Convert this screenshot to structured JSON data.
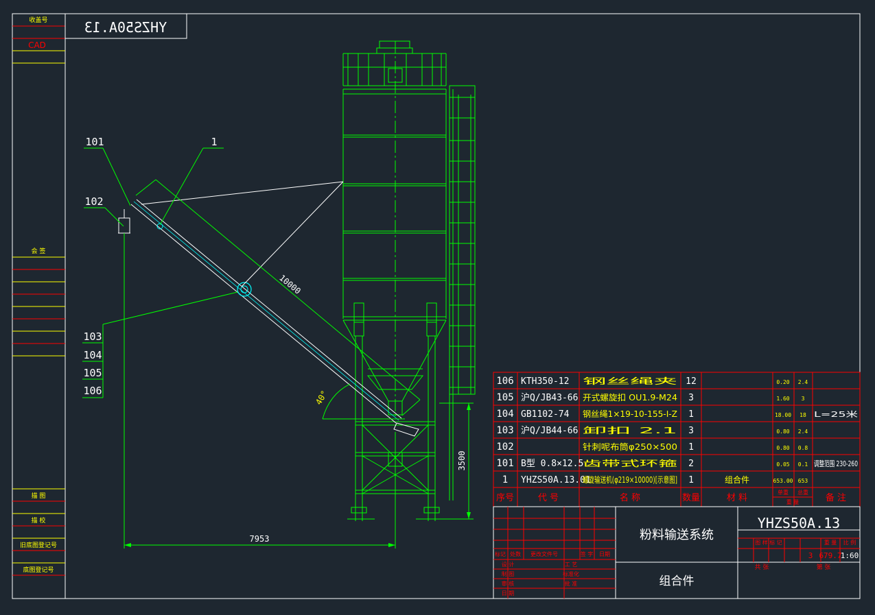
{
  "drawing": {
    "code_stamp_mirrored": "YHZS50A.13",
    "left_strip": {
      "top_labels": [
        "收盖号",
        "CAD"
      ],
      "mid_label": "会  签",
      "bottom_labels": [
        "描  图",
        "描  校",
        "旧底图登记号",
        "底图登记号"
      ]
    },
    "callouts": [
      "101",
      "1",
      "102",
      "103",
      "104",
      "105",
      "106"
    ],
    "dimensions": {
      "length": "10000",
      "angle": "40°",
      "horizontal": "7953",
      "height": "3500"
    },
    "colors": {
      "background": "#1e2730",
      "frame": "#ffffff",
      "geometry": "#00ff00",
      "title_block": "#ff0000",
      "text": "#ffff00",
      "highlight": "#00ffff"
    }
  },
  "bom": {
    "header": {
      "no": "序号",
      "code": "代  号",
      "name": "名    称",
      "qty": "数量",
      "material": "材    料",
      "unit_weight": "单重",
      "total_weight": "总重",
      "weight": "重  量",
      "remark": "备  注"
    },
    "rows": [
      {
        "no": "106",
        "code": "KTH350-12",
        "name": "钢丝绳夹",
        "qty": "12",
        "material": "",
        "unit": "0.20",
        "total": "2.4",
        "remark": ""
      },
      {
        "no": "105",
        "code": "沪Q/JB43-66",
        "name": "开式螺旋扣  OU1.9-M24",
        "qty": "3",
        "material": "",
        "unit": "1.60",
        "total": "3",
        "remark": ""
      },
      {
        "no": "104",
        "code": "GB1102-74",
        "name": "钢丝绳1×19-10-155-Ⅰ-Z",
        "qty": "1",
        "material": "",
        "unit": "18.00",
        "total": "18",
        "remark": "L=25米"
      },
      {
        "no": "103",
        "code": "沪Q/JB44-66",
        "name": "卸扣  2.1",
        "qty": "3",
        "material": "",
        "unit": "0.80",
        "total": "2.4",
        "remark": ""
      },
      {
        "no": "102",
        "code": "",
        "name": "针刺呢布筒φ250×500",
        "qty": "1",
        "material": "",
        "unit": "0.80",
        "total": "0.8",
        "remark": ""
      },
      {
        "no": "101",
        "code": "B型  0.8×12.5",
        "name": "齿带式环箍",
        "qty": "2",
        "material": "",
        "unit": "0.05",
        "total": "0.1",
        "remark": "调整范围 230-260"
      },
      {
        "no": "1",
        "code": "YHZS50A.13.01",
        "name": "螺旋输送机(φ219×10000)[示意图]",
        "qty": "1",
        "material": "组合件",
        "unit": "653.00",
        "total": "653",
        "remark": ""
      }
    ]
  },
  "title_block": {
    "title": "粉料输送系统",
    "drawing_no": "YHZS50A.13",
    "material": "组合件",
    "stage_mark": "图 样 标 记",
    "weight_label": "重 量",
    "scale_label": "比 例",
    "quantity": "3",
    "weight": "679.7",
    "scale": "1:60",
    "sheet_total": "共    张",
    "sheet_no": "第    张",
    "revision_headers": [
      "标记",
      "处数",
      "更改文件号",
      "签  字",
      "日期"
    ],
    "signatures": [
      "设  计",
      "制  图",
      "审  核",
      "日  期"
    ],
    "signatures_right": [
      "工  艺",
      "标准化",
      "批  准"
    ]
  }
}
